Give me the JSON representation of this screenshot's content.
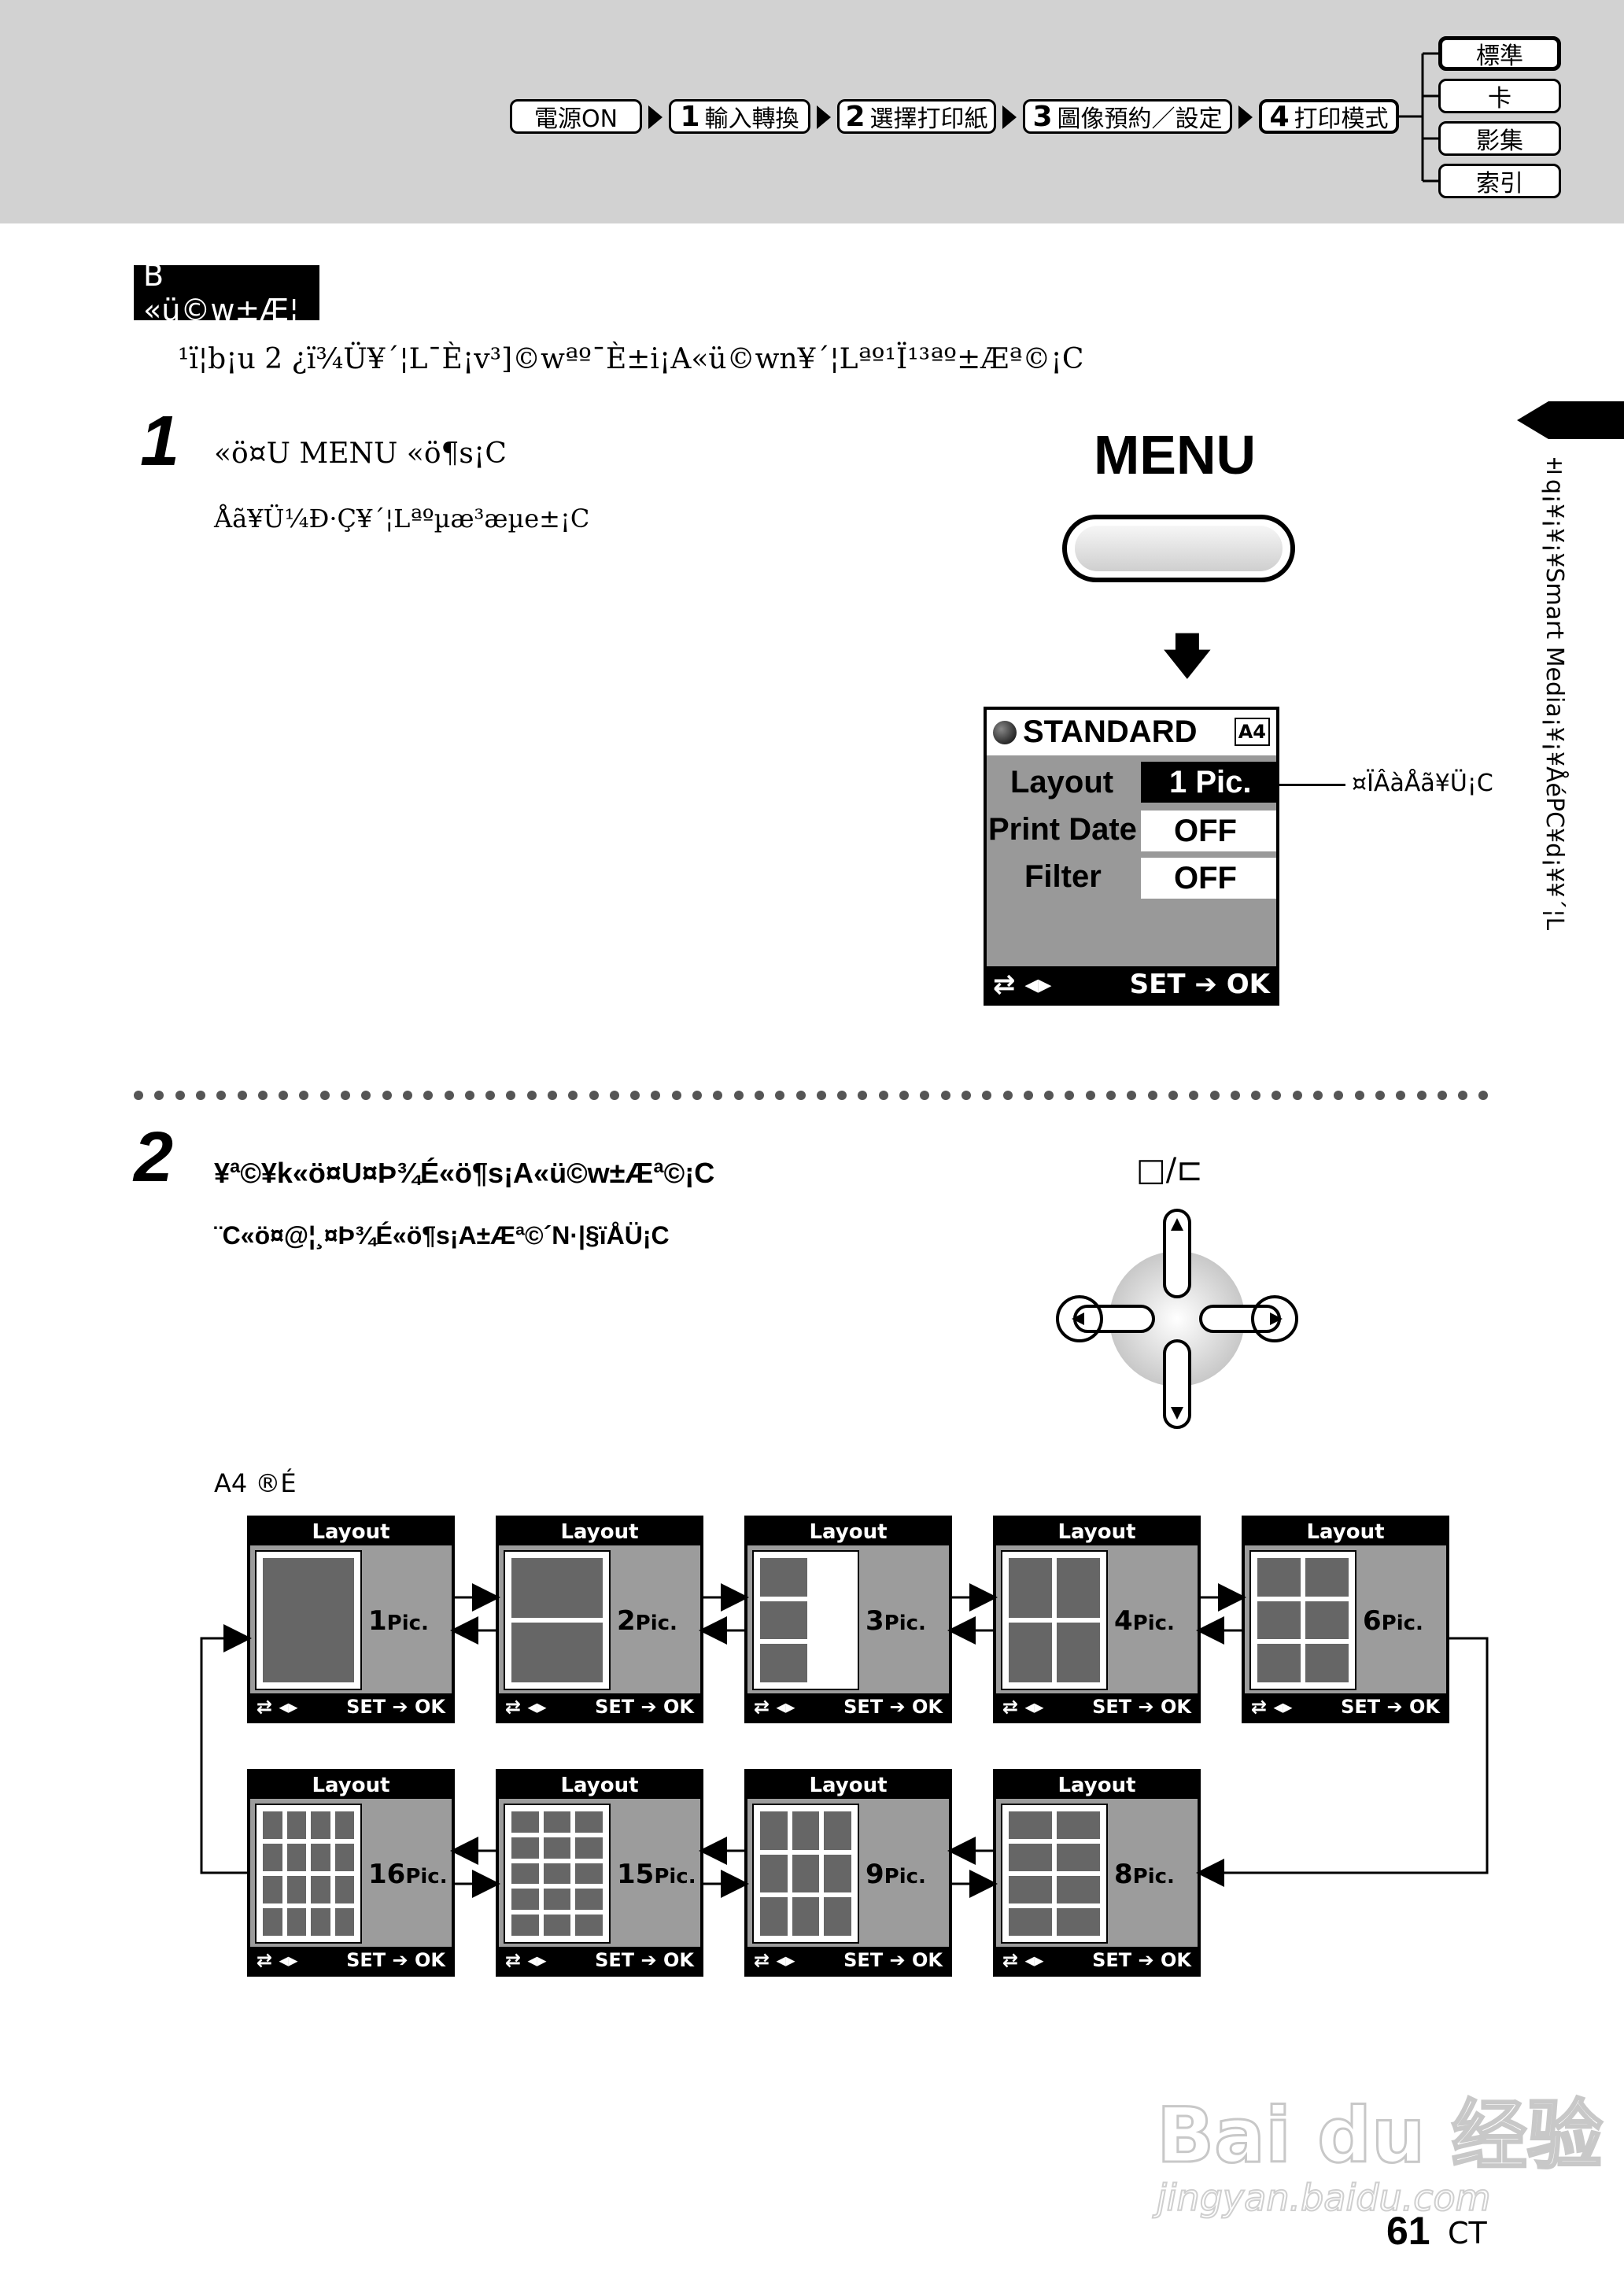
{
  "header": {
    "breadcrumb": [
      {
        "num": "",
        "label": "電源ON"
      },
      {
        "num": "1",
        "label": "輸入轉換"
      },
      {
        "num": "2",
        "label": "選擇打印紙"
      },
      {
        "num": "3",
        "label": "圖像預約／設定"
      },
      {
        "num": "4",
        "label": "打印模式"
      }
    ],
    "modes": [
      "標準",
      "卡",
      "影集",
      "索引"
    ],
    "selected_mode": "標準"
  },
  "section": {
    "title": "B «ü©w±Æ¦",
    "intro": "¹ï¦b¡u 2 ¿ï¾Ü¥´¦L¯È¡v³]©wªº¯È±i¡A«ü©w­n¥´¦Lªº¹Ï¹³ªº±Æª©¡C"
  },
  "step1": {
    "num": "1",
    "title": "«ö¤U MENU «ö¶s¡C",
    "desc": "Åã¥Ü¼Ð·Ç¥´¦Lªºµæ³æµe­±¡C",
    "menu_label": "MENU",
    "screen": {
      "title": "STANDARD",
      "paper_badge": "A4",
      "rows": [
        {
          "label": "Layout",
          "value": "1 Pic."
        },
        {
          "label": "Print Date",
          "value": "OFF"
        },
        {
          "label": "Filter",
          "value": "OFF"
        }
      ],
      "footer_left": "⇄ ◂▸",
      "footer_right": "SET ➔ OK"
    },
    "callout": "¤ÏÂàÅã¥Ü¡C"
  },
  "step2": {
    "num": "2",
    "title": "¥ª©¥k«ö¤U¤Þ¾É«ö¶s¡A«ü©w±Æª©¡C",
    "desc": "¨C«ö¤@¦¸¤Þ¾É«ö¶s¡A±Æª©´N·|§ïÅÜ¡C",
    "icon_hint": "□/⊏"
  },
  "a4_label": "A4 ®É",
  "layout_screens": {
    "title": "Layout",
    "pics_unit": "Pic.",
    "footer_left": "⇄ ◂▸",
    "footer_right": "SET ➔ OK",
    "row1": [
      "1",
      "2",
      "3",
      "4",
      "6"
    ],
    "row2": [
      "16",
      "15",
      "9",
      "8"
    ]
  },
  "side_tab": "±q¡¥¡¥¡¥Smart Media¡¥¡¥ÅéPC¥d¡¥¥´¦L",
  "footer": {
    "page": "61",
    "suffix": "CT",
    "watermark": "Bai du 经验",
    "watermark_url": "jingyan.baidu.com"
  }
}
